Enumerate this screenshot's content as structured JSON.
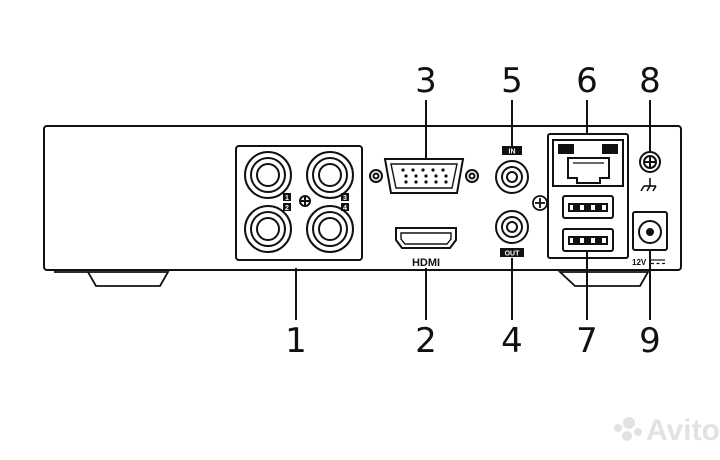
{
  "callouts": {
    "c1": "1",
    "c2": "2",
    "c3": "3",
    "c4": "4",
    "c5": "5",
    "c6": "6",
    "c7": "7",
    "c8": "8",
    "c9": "9"
  },
  "labels": {
    "bnc_ch1": "1",
    "bnc_ch2": "2",
    "bnc_ch3": "3",
    "bnc_ch4": "4",
    "hdmi": "HDMI",
    "audio_in": "IN",
    "audio_out": "OUT",
    "power": "12V"
  },
  "watermark": {
    "text": "Avito"
  },
  "colors": {
    "line": "#111111",
    "background": "#ffffff",
    "watermark": "#e2e2e2"
  }
}
